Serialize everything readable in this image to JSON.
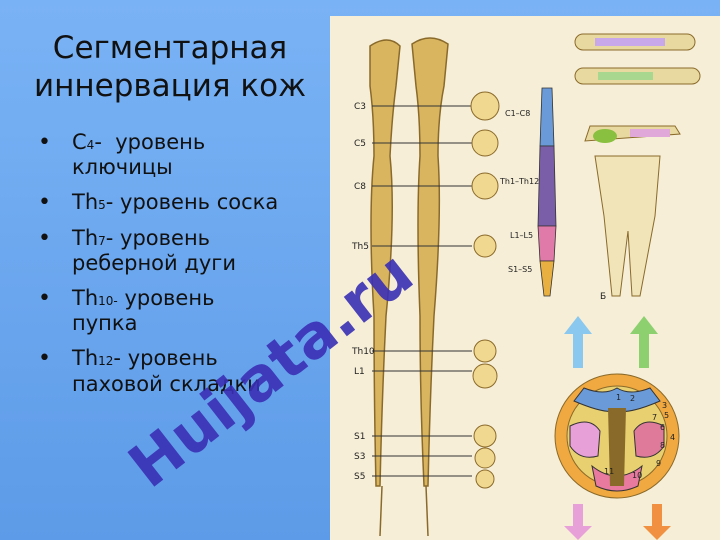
{
  "title": {
    "line1": "Сегментарная",
    "line2": "иннервация кож"
  },
  "bullets": [
    {
      "seg": "C",
      "sub": "4",
      "sep": "-  ",
      "line1": "уровень",
      "line2": "ключицы"
    },
    {
      "seg": "Th",
      "sub": "5",
      "sep": "- ",
      "line1": "уровень соска",
      "line2": ""
    },
    {
      "seg": "Th",
      "sub": "7",
      "sep": "- ",
      "line1": "уровень",
      "line2": "реберной дуги"
    },
    {
      "seg": "Th",
      "sub": "10-",
      "sep": " ",
      "line1": "уровень",
      "line2": "пупка"
    },
    {
      "seg": "Th",
      "sub": "12",
      "sep": "- ",
      "line1": "уровень",
      "line2": "паховой складки"
    }
  ],
  "figure": {
    "left_labels": [
      "C3",
      "C5",
      "C8",
      "Th5",
      "Th10",
      "L1",
      "S1",
      "S3",
      "S5"
    ],
    "range_labels": [
      "C1–C8",
      "Th1–Th12",
      "L1–L5",
      "S1–S5"
    ],
    "panel_label": "Б",
    "section_numbers": [
      "1",
      "2",
      "3",
      "4",
      "5",
      "6",
      "7",
      "8",
      "9",
      "10",
      "11"
    ]
  },
  "watermark": {
    "text": "Huijata.ru"
  },
  "colors": {
    "background": "#6fa8f0",
    "figure_paper": "#f6eed7",
    "cord": "#d9b560",
    "watermark": "#3a2fb5"
  }
}
